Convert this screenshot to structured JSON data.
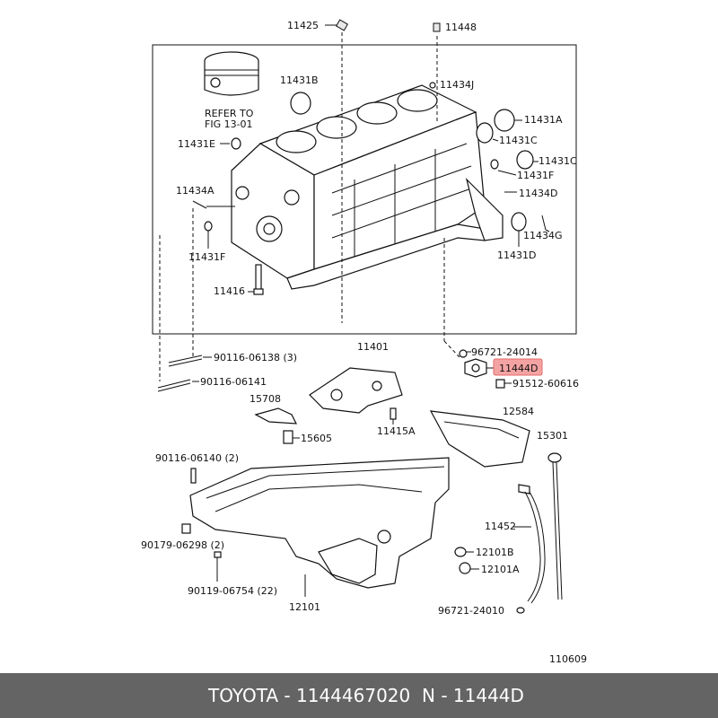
{
  "parts": {
    "p11425": "11425",
    "p11448": "11448",
    "p11431B": "11431B",
    "p11434J": "11434J",
    "refer_line1": "REFER TO",
    "refer_line2": "FIG 13-01",
    "p11431A": "11431A",
    "p11431E": "11431E",
    "p11431C_1": "11431C",
    "p11431C_2": "11431C",
    "p11431F_r": "11431F",
    "p11434A": "11434A",
    "p11434D": "11434D",
    "p11434G": "11434G",
    "p11431F_l": "11431F",
    "p11431D": "11431D",
    "p11416": "11416",
    "p11401": "11401",
    "p90116_06138": "90116-06138 (3)",
    "p96721_24014": "96721-24014",
    "p11444D": "11444D",
    "p90116_06141": "90116-06141",
    "p91512_60616": "91512-60616",
    "p15708": "15708",
    "p12584": "12584",
    "p15605": "15605",
    "p11415A": "11415A",
    "p15301": "15301",
    "p90116_06140": "90116-06140 (2)",
    "p11452": "11452",
    "p90179_06298": "90179-06298 (2)",
    "p12101B": "12101B",
    "p12101A": "12101A",
    "p90119_06754": "90119-06754 (22)",
    "p12101": "12101",
    "p96721_24010": "96721-24010",
    "fig_no": "110609"
  },
  "highlight_color": "#f4a3a3",
  "footer": {
    "brand_part": "TOYOTA - 1144467020",
    "ref": "N - 11444D",
    "bg_color": "#646464"
  }
}
